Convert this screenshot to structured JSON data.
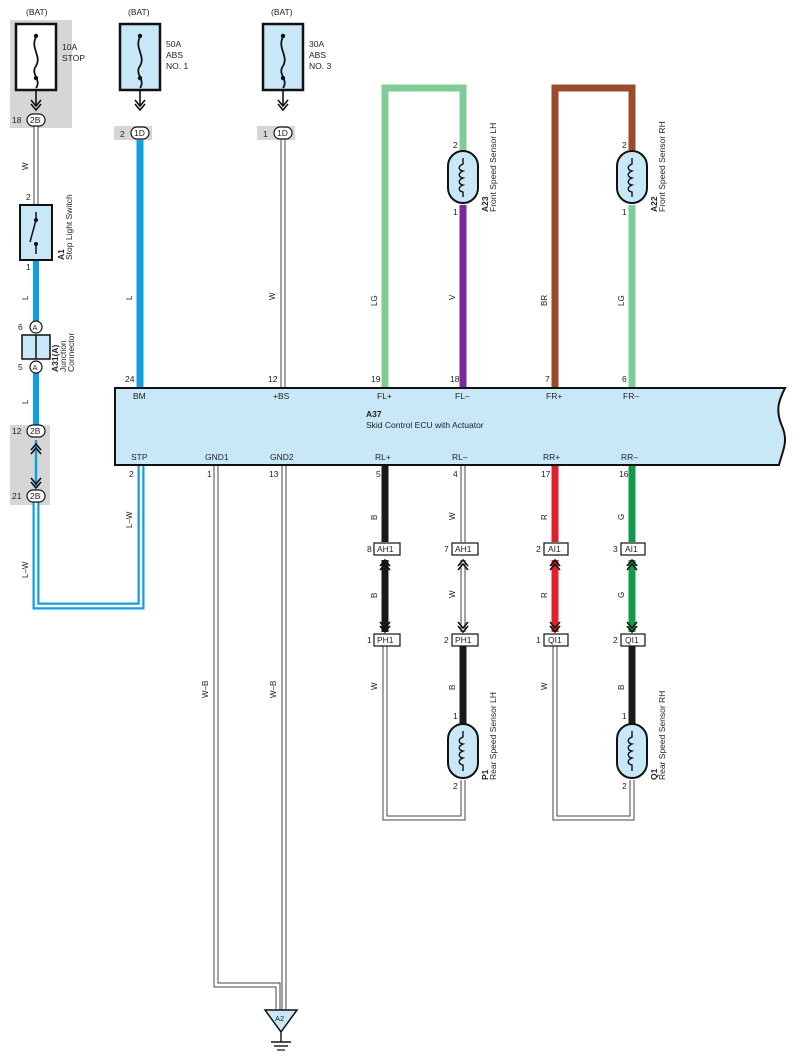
{
  "colors": {
    "blue": "#119fe0",
    "lightgreen": "#80cc97",
    "violet": "#7a2a9c",
    "brown": "#9c4a2c",
    "black": "#1a1a1a",
    "red": "#e0202c",
    "green": "#109a4a",
    "white_wire": "#ffffff",
    "component_fill": "#c8e8f8",
    "shade": "#d4d4d4"
  },
  "sources": [
    {
      "bat": "(BAT)",
      "fuse1": "10A",
      "fuse2": "STOP",
      "fuse3": ""
    },
    {
      "bat": "(BAT)",
      "fuse1": "50A",
      "fuse2": "ABS",
      "fuse3": "NO. 1"
    },
    {
      "bat": "(BAT)",
      "fuse1": "30A",
      "fuse2": "ABS",
      "fuse3": "NO. 3"
    }
  ],
  "stop_circuit": {
    "top_pin": "18",
    "top_conn": "2B",
    "wire_w": "W",
    "switch_pin_top": "2",
    "switch_pin_bottom": "1",
    "switch_code": "A1",
    "switch_name": "Stop Light Switch",
    "wire_l1": "L",
    "jc_pin_top": "6",
    "jc_pin_bottom": "5",
    "jc_letter": "A",
    "jc_code": "A31(A)",
    "jc_name1": "Junction",
    "jc_name2": "Connector",
    "wire_l2": "L",
    "pin_12": "12",
    "conn_12": "2B",
    "pin_21": "21",
    "conn_21": "2B",
    "wire_lw": "L–W"
  },
  "supply": {
    "abs1_pin": "2",
    "abs1_conn": "1D",
    "abs1_wire": "L",
    "abs3_pin": "1",
    "abs3_conn": "1D",
    "abs3_wire": "W"
  },
  "ecu": {
    "code": "A37",
    "name": "Skid Control ECU with Actuator",
    "top_pins": [
      {
        "num": "24",
        "label": "BM"
      },
      {
        "num": "12",
        "label": "+BS"
      },
      {
        "num": "19",
        "label": "FL+"
      },
      {
        "num": "18",
        "label": "FL–"
      },
      {
        "num": "7",
        "label": "FR+"
      },
      {
        "num": "6",
        "label": "FR–"
      }
    ],
    "bottom_pins": [
      {
        "num": "2",
        "label": "STP"
      },
      {
        "num": "1",
        "label": "GND1"
      },
      {
        "num": "13",
        "label": "GND2"
      },
      {
        "num": "5",
        "label": "RL+"
      },
      {
        "num": "4",
        "label": "RL–"
      },
      {
        "num": "17",
        "label": "RR+"
      },
      {
        "num": "16",
        "label": "RR–"
      }
    ]
  },
  "front_sensors": [
    {
      "code": "A23",
      "name": "Front Speed Sensor LH",
      "pin_top": "2",
      "pin_bottom": "1",
      "wire_plus": "LG",
      "wire_minus": "V"
    },
    {
      "code": "A22",
      "name": "Front Speed Sensor RH",
      "pin_top": "2",
      "pin_bottom": "1",
      "wire_plus": "BR",
      "wire_minus": "LG"
    }
  ],
  "rear_wiring": {
    "stp_wire": "L–W",
    "gnd1_wire": "W–B",
    "gnd2_wire": "W–B",
    "rl_plus_upper": "B",
    "rl_plus_lower": "B",
    "rl_minus_upper": "W",
    "rl_minus_lower": "W",
    "rr_plus_upper": "R",
    "rr_plus_lower": "R",
    "rr_minus_upper": "G",
    "rr_minus_lower": "G",
    "ah1_pins": [
      "8",
      "7"
    ],
    "ah1_conn": "AH1",
    "ai1_pins": [
      "2",
      "3"
    ],
    "ai1_conn": "AI1",
    "ph1_pins": [
      "1",
      "2"
    ],
    "ph1_conn": "PH1",
    "qi1_pins": [
      "1",
      "2"
    ],
    "qi1_conn": "QI1",
    "p_wire_left": "W",
    "p_wire_right": "B",
    "q_wire_left": "W",
    "q_wire_right": "B"
  },
  "rear_sensors": [
    {
      "code": "P1",
      "name": "Rear Speed Sensor LH",
      "pin_top": "1",
      "pin_bottom": "2"
    },
    {
      "code": "Q1",
      "name": "Rear Speed Sensor RH",
      "pin_top": "1",
      "pin_bottom": "2"
    }
  ],
  "ground": {
    "label": "A2"
  }
}
